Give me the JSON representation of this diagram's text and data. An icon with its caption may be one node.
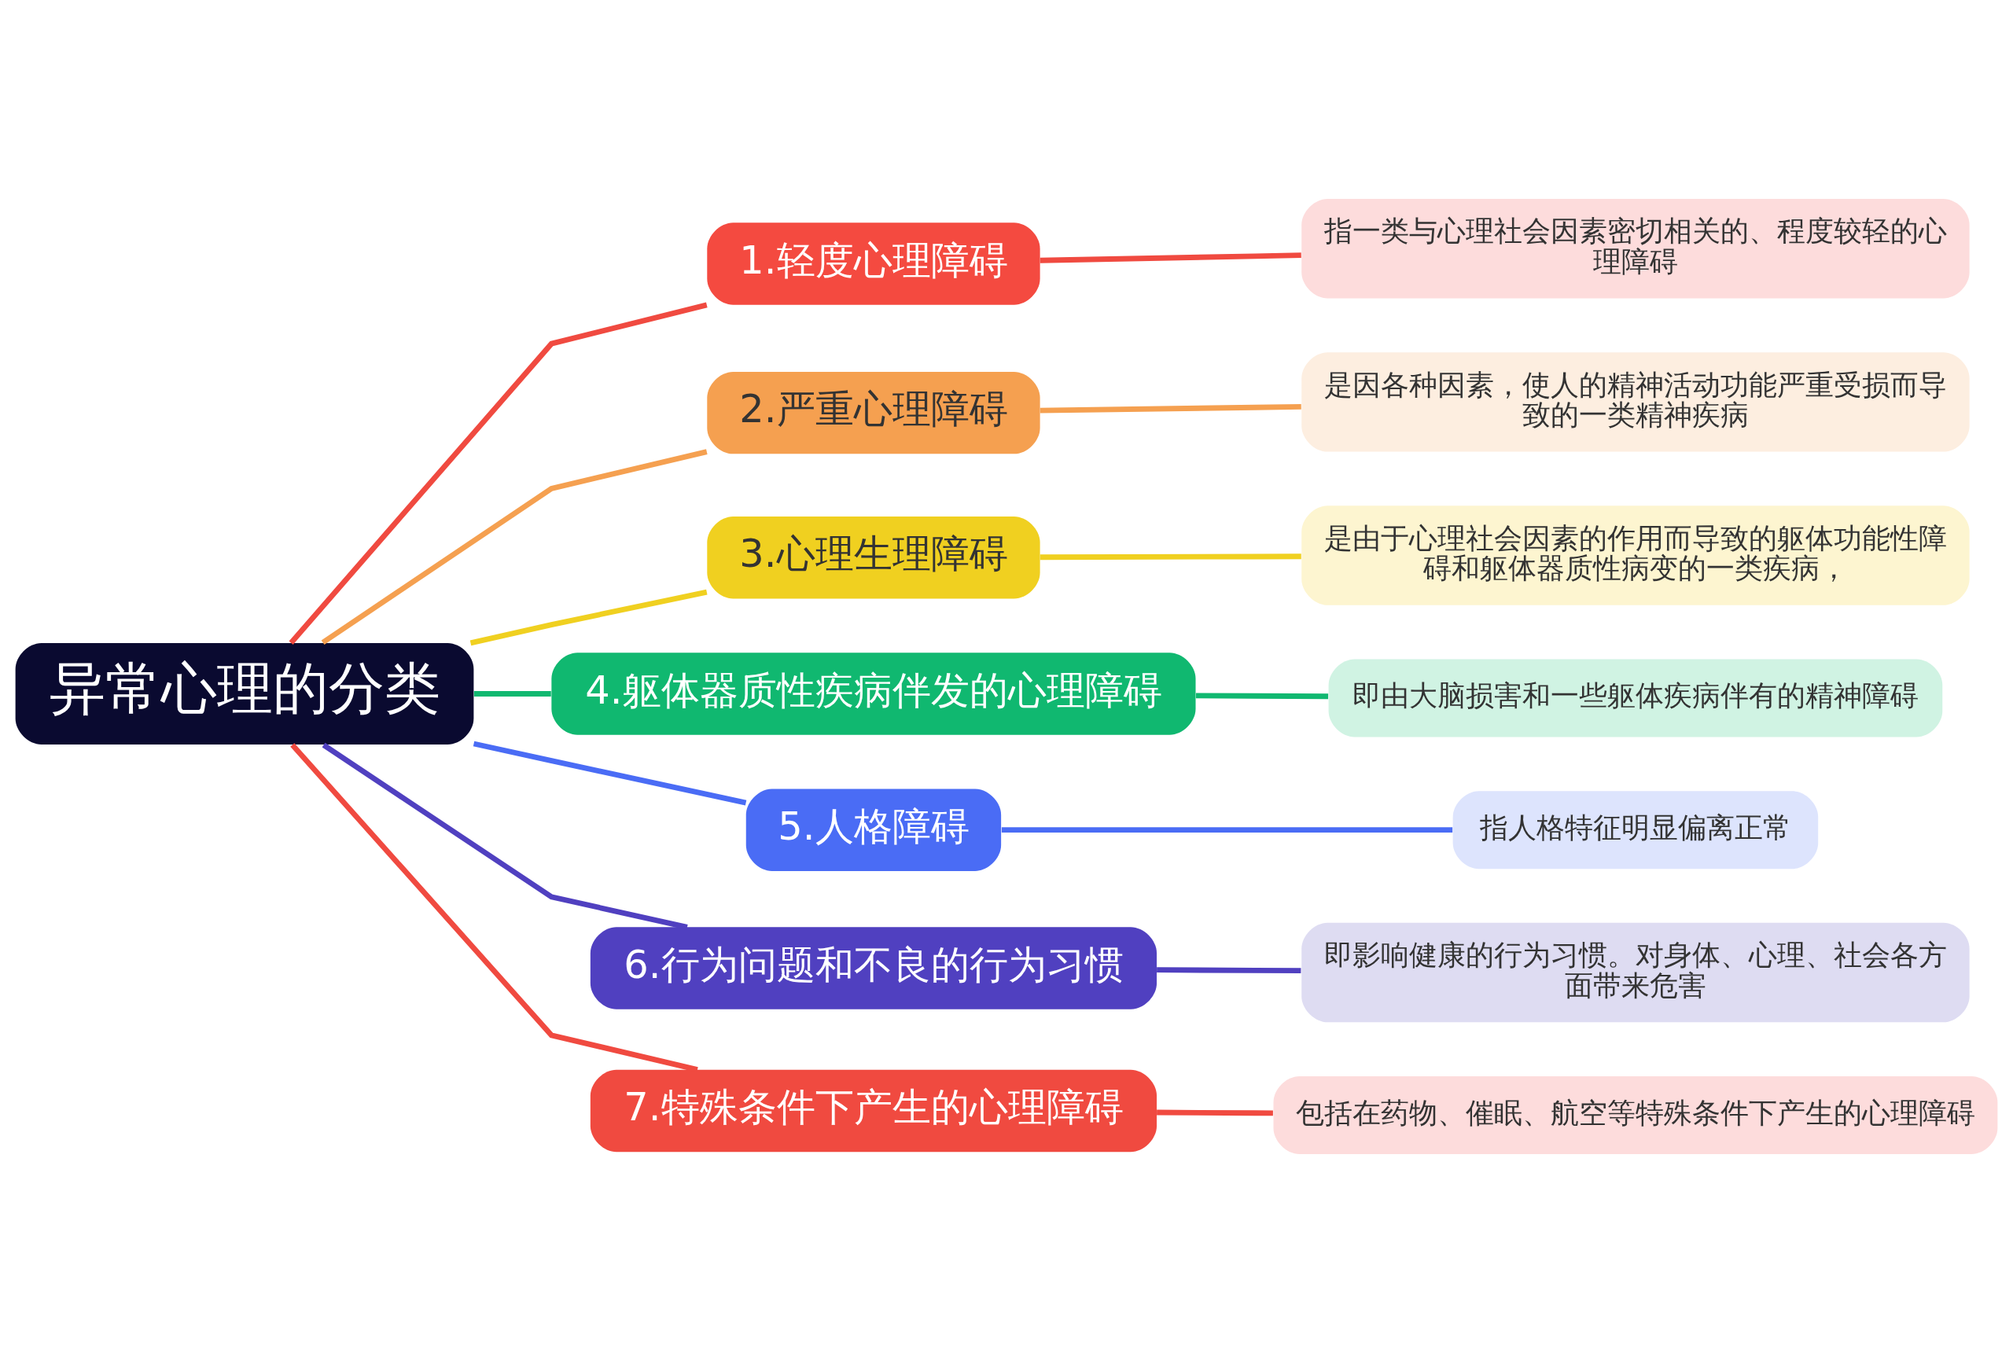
{
  "diagram": {
    "nodes": [
      {
        "text": [
          "异常心理的分类"
        ]
      },
      {
        "text": [
          "1.轻度心理障碍"
        ]
      },
      {
        "text": [
          "指一类与心理社会因素密切相关的、程度较轻的心理障碍"
        ]
      },
      {
        "text": [
          "2.严重心理障碍"
        ]
      },
      {
        "text": [
          "是因各种因素，使人的精神活动功能严重受损而导致的一类精神疾病"
        ]
      },
      {
        "text": [
          "3.心理生理障碍"
        ]
      },
      {
        "text": [
          "是由于心理社会因素的作用而导致的躯体功能性障碍和躯体器质性病变的一类疾病，"
        ]
      },
      {
        "text": [
          "4.躯体器质性疾病伴发的心理障碍"
        ]
      },
      {
        "text": [
          "即由大脑损害和一些躯体疾病伴有的精神障碍"
        ]
      },
      {
        "text": [
          "5.人格障碍"
        ]
      },
      {
        "text": [
          "指人格特征明显偏离正常"
        ]
      },
      {
        "text": [
          "6.行为问题和不良的行为习惯"
        ]
      },
      {
        "text": [
          "即影响健康的行为习惯。对身体、心理、社会各方面带来危害"
        ]
      },
      {
        "text": [
          "7.特殊条件下产生的心理障碍"
        ]
      },
      {
        "text": [
          "包括在药物、催眠、航空等特殊条件下产生的心理障碍"
        ]
      }
    ],
    "edges": [
      {
        "from": 0,
        "to": 1,
        "arrow": "none",
        "color": "#f04a40"
      },
      {
        "from": 1,
        "to": 2,
        "arrow": "none",
        "color": "#f04a40"
      },
      {
        "from": 0,
        "to": 3,
        "arrow": "none",
        "color": "#f5a050"
      },
      {
        "from": 3,
        "to": 4,
        "arrow": "none",
        "color": "#f5a050"
      },
      {
        "from": 0,
        "to": 5,
        "arrow": "none",
        "color": "#f0d020"
      },
      {
        "from": 5,
        "to": 6,
        "arrow": "none",
        "color": "#f0d020"
      },
      {
        "from": 0,
        "to": 7,
        "arrow": "none",
        "color": "#10b870"
      },
      {
        "from": 7,
        "to": 8,
        "arrow": "none",
        "color": "#10b870"
      },
      {
        "from": 0,
        "to": 9,
        "arrow": "none",
        "color": "#4a6cf5"
      },
      {
        "from": 9,
        "to": 10,
        "arrow": "none",
        "color": "#4a6cf5"
      },
      {
        "from": 0,
        "to": 11,
        "arrow": "none",
        "color": "#5040c0"
      },
      {
        "from": 11,
        "to": 12,
        "arrow": "none",
        "color": "#5040c0"
      },
      {
        "from": 0,
        "to": 13,
        "arrow": "none",
        "color": "#f04a40"
      },
      {
        "from": 13,
        "to": 14,
        "arrow": "none",
        "color": "#f04a40"
      }
    ]
  }
}
